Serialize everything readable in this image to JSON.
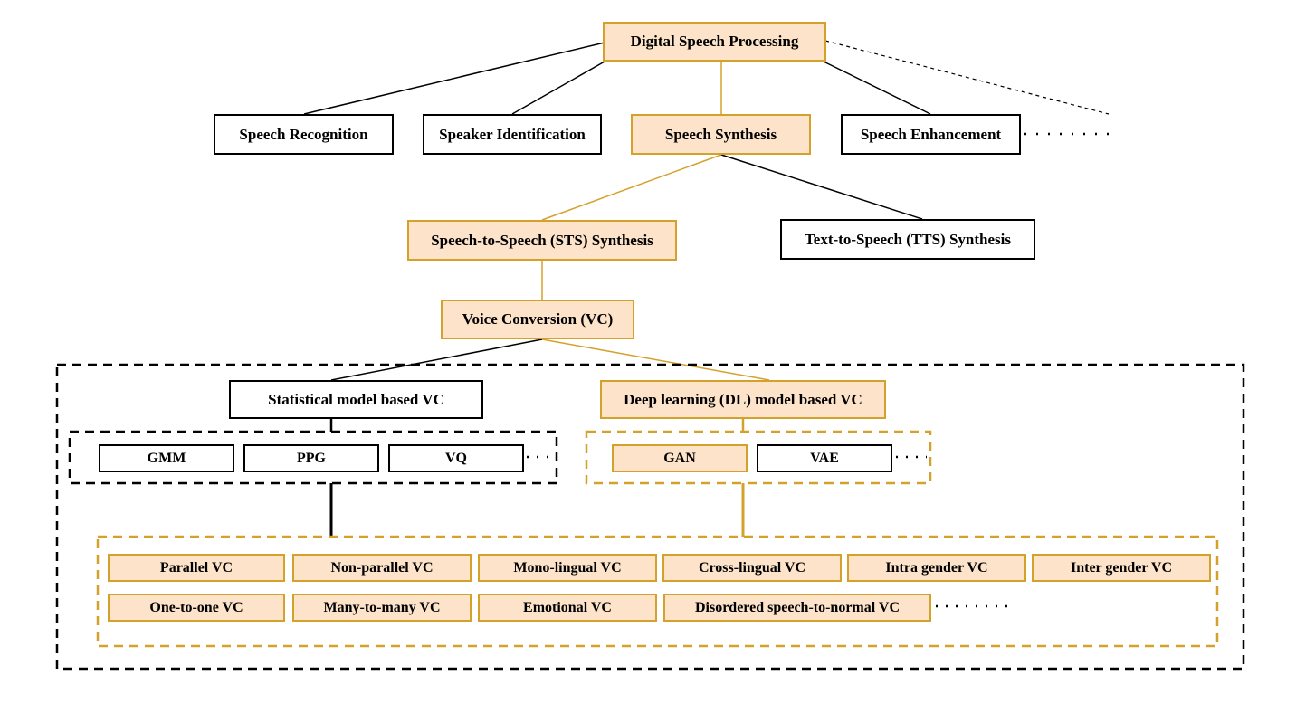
{
  "root": {
    "label": "Digital Speech Processing"
  },
  "level1": {
    "speech_recognition": "Speech Recognition",
    "speaker_identification": "Speaker Identification",
    "speech_synthesis": "Speech Synthesis",
    "speech_enhancement": "Speech Enhancement"
  },
  "level2": {
    "sts": "Speech-to-Speech (STS) Synthesis",
    "tts": "Text-to-Speech (TTS) Synthesis"
  },
  "level3": {
    "vc": "Voice Conversion (VC)"
  },
  "models": {
    "statistical": "Statistical model based VC",
    "deep_learning": "Deep learning (DL) model based VC"
  },
  "statistical_methods": [
    "GMM",
    "PPG",
    "VQ"
  ],
  "dl_methods": [
    "GAN",
    "VAE"
  ],
  "vc_types": {
    "row1": [
      "Parallel VC",
      "Non-parallel VC",
      "Mono-lingual VC",
      "Cross-lingual VC",
      "Intra gender VC",
      "Inter gender VC"
    ],
    "row2": [
      "One-to-one VC",
      "Many-to-many VC",
      "Emotional VC",
      "Disordered speech-to-normal VC"
    ]
  },
  "colors": {
    "highlight_fill": "#fde3c9",
    "highlight_stroke": "#d4a12a",
    "default_stroke": "#000000"
  }
}
